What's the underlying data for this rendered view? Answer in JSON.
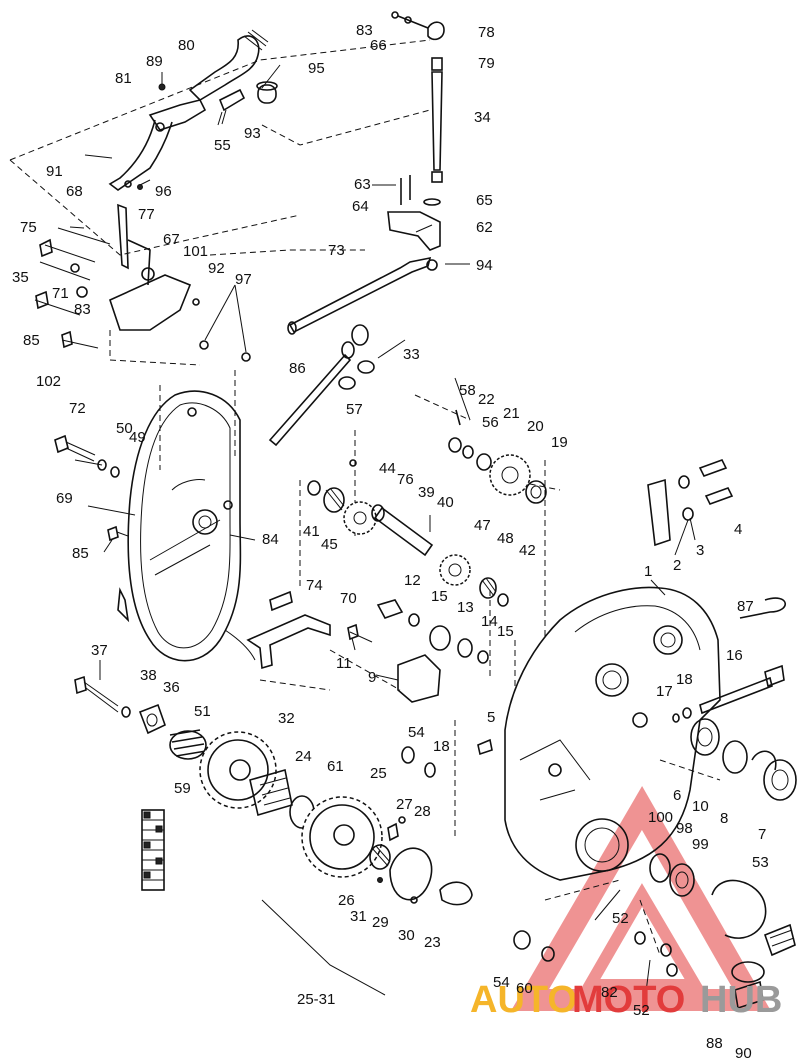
{
  "diagram": {
    "part_labels": [
      "83",
      "66",
      "78",
      "80",
      "89",
      "79",
      "95",
      "34",
      "81",
      "93",
      "55",
      "91",
      "96",
      "63",
      "65",
      "64",
      "62",
      "68",
      "77",
      "75",
      "67",
      "101",
      "73",
      "94",
      "35",
      "92",
      "71",
      "97",
      "83",
      "85",
      "102",
      "86",
      "33",
      "58",
      "22",
      "72",
      "50",
      "49",
      "56",
      "21",
      "20",
      "19",
      "57",
      "44",
      "76",
      "39",
      "40",
      "69",
      "41",
      "45",
      "84",
      "47",
      "48",
      "42",
      "85",
      "2",
      "3",
      "4",
      "1",
      "74",
      "70",
      "12",
      "15",
      "13",
      "14",
      "15",
      "87",
      "11",
      "9",
      "37",
      "38",
      "36",
      "51",
      "32",
      "16",
      "17",
      "18",
      "54",
      "18",
      "5",
      "24",
      "25",
      "61",
      "59",
      "27",
      "28",
      "100",
      "98",
      "99",
      "6",
      "10",
      "8",
      "7",
      "53",
      "26",
      "31",
      "29",
      "30",
      "23",
      "52",
      "54",
      "60",
      "82",
      "52",
      "88",
      "90",
      "25-31"
    ]
  },
  "watermark": {
    "text_part1": "AUTO",
    "text_part2": "MOTO",
    "text_part3": "HUB",
    "color_yellow": "#f5b52a",
    "color_red": "#e23c3c",
    "color_gray": "#9a9a9a"
  }
}
